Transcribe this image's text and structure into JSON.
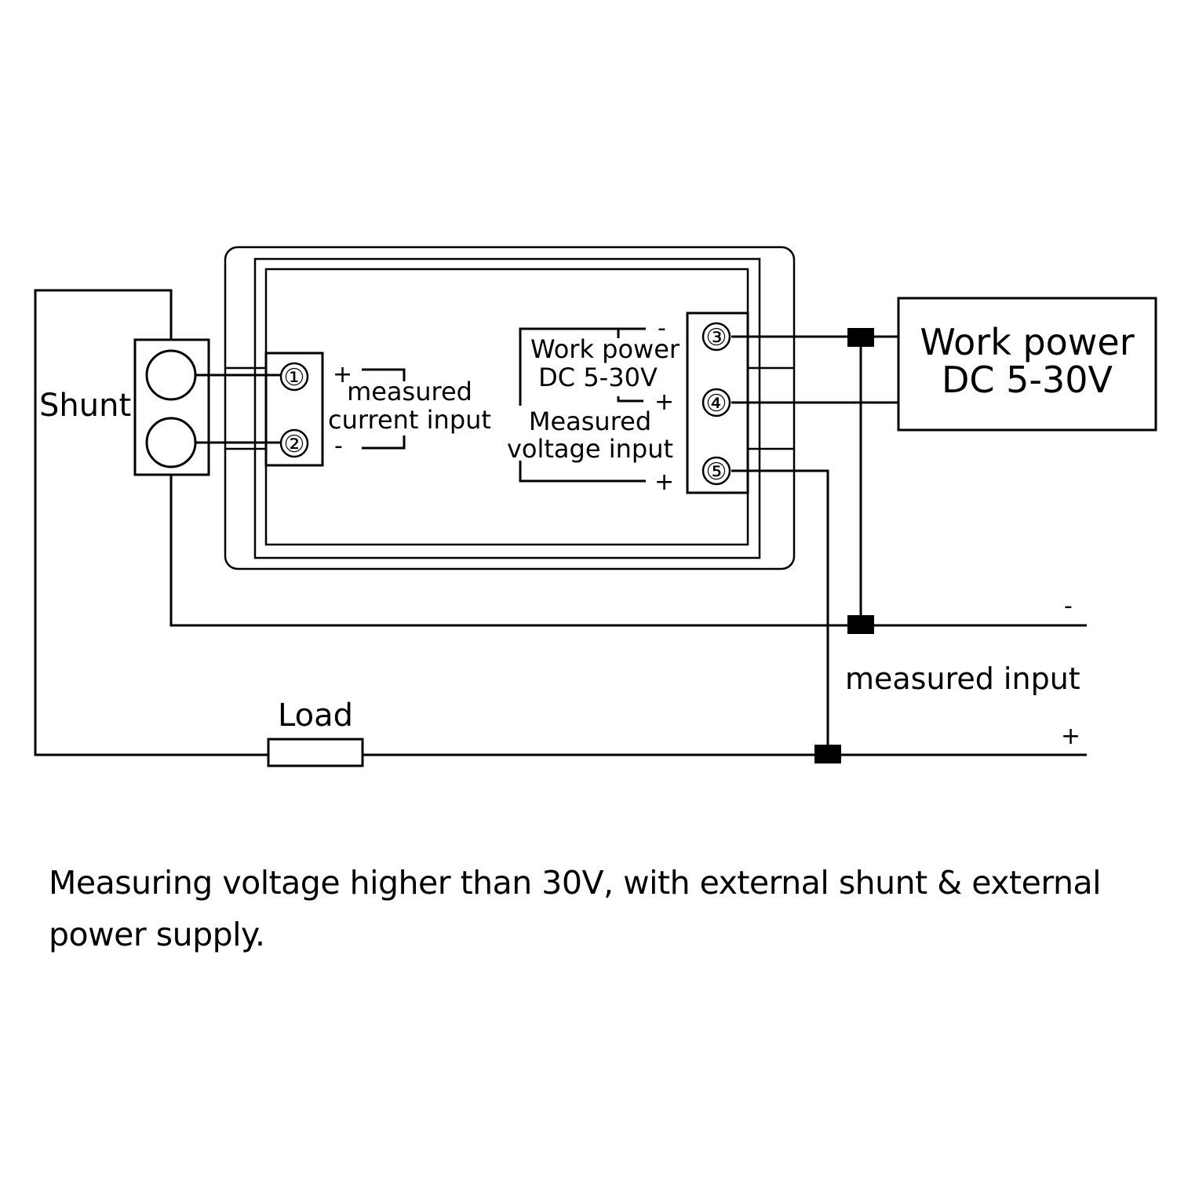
{
  "diagram": {
    "title": "Voltmeter/ammeter wiring diagram",
    "shunt_label": "Shunt",
    "load_label": "Load",
    "terminals": [
      "①",
      "②",
      "③",
      "④",
      "⑤"
    ],
    "meter_left": {
      "plus": "+",
      "minus": "-",
      "label_line1": "measured",
      "label_line2": "current input"
    },
    "meter_right": {
      "work_power_minus": "-",
      "work_power_line1": "Work power",
      "work_power_line2": "DC 5-30V",
      "work_power_plus": "+",
      "measured_line1": "Measured",
      "measured_line2": "voltage input",
      "measured_plus": "+"
    },
    "power_supply": {
      "line1": "Work power",
      "line2": "DC 5-30V"
    },
    "measured_input": {
      "label": "measured input",
      "minus": "-",
      "plus": "+"
    }
  },
  "caption": "Measuring voltage higher than 30V, with external shunt & external power supply."
}
